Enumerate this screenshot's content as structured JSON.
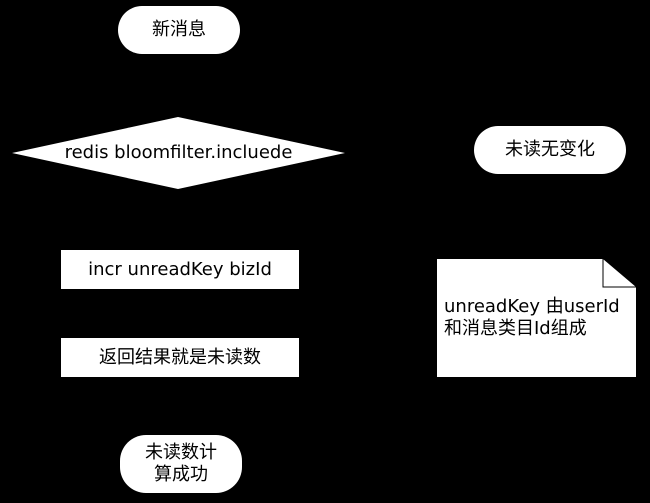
{
  "colors": {
    "background": "#000000",
    "shape_fill": "#ffffff",
    "text": "#000000"
  },
  "nodes": {
    "start": {
      "label": "新消息",
      "shape": "rounded-terminal"
    },
    "decision": {
      "label": "redis bloomfilter.incluede",
      "shape": "diamond"
    },
    "no_change": {
      "label": "未读无变化",
      "shape": "rounded-terminal"
    },
    "incr": {
      "label": "incr unreadKey bizId",
      "shape": "rectangle"
    },
    "return_result": {
      "label": "返回结果就是未读数",
      "shape": "rectangle"
    },
    "end": {
      "label": "未读数计\n算成功",
      "shape": "rounded-terminal"
    },
    "note": {
      "label": "unreadKey 由userId\n和消息类目Id组成",
      "shape": "note"
    }
  }
}
